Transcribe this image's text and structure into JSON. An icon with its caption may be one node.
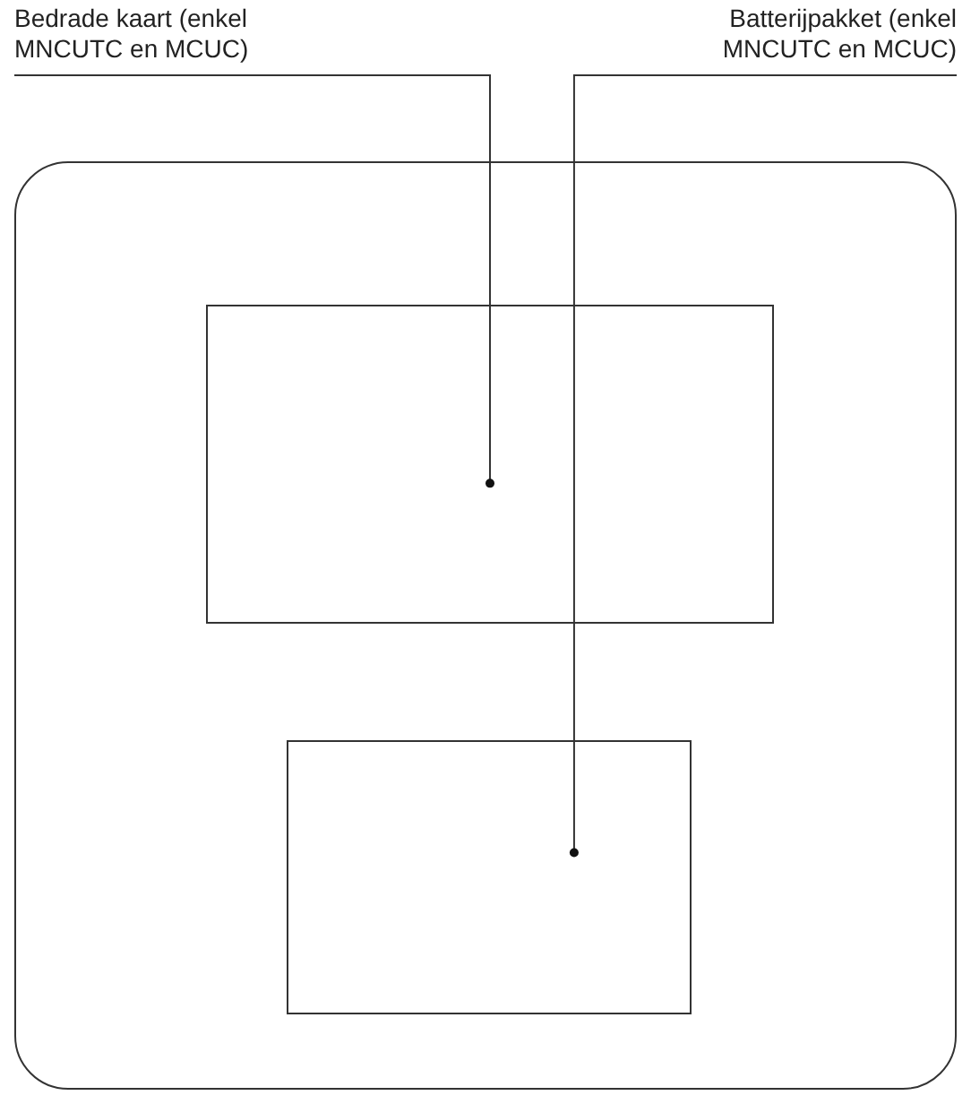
{
  "diagram": {
    "nodes": [
      {
        "text": [
          "Bedrade kaart (enkel MNCUTC en MCUC)"
        ]
      },
      {
        "text": [
          "Batterijpakket (enkel MNCUTC en MCUC)"
        ]
      },
      {
        "text": [],
        "shape": "box"
      },
      {
        "text": [],
        "shape": "box",
        "in": 2
      },
      {
        "text": [],
        "shape": "box",
        "in": 2
      }
    ],
    "edges": [
      {
        "from": 0,
        "to": 3,
        "arrow": "other"
      },
      {
        "from": 1,
        "to": 4,
        "arrow": "other"
      }
    ]
  }
}
